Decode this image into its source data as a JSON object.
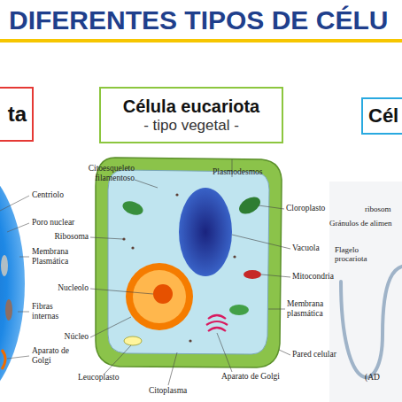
{
  "diagram": {
    "title": "DIFERENTES TIPOS DE CÉLU",
    "nodes": [
      {
        "text": [
          "ta"
        ]
      },
      {
        "text": [
          "Célula eucariota",
          "- tipo vegetal -"
        ]
      },
      {
        "text": [
          "Cél"
        ]
      }
    ],
    "labels": [
      "Centriolo",
      "Poro nuclear",
      "Membrana Plasmática",
      "Fibras internas",
      "Aparato de Golgi",
      "Citoesqueleto filamentoso",
      "Plasmodesmos",
      "Cloroplasto",
      "Ribosoma",
      "Vacuola",
      "Mitocondria",
      "Nucleolo",
      "Membrana plasmática",
      "Núcleo",
      "Pared celular",
      "Leucoplasto",
      "Aparato de Golgi",
      "Citoplasma",
      "ribosom",
      "Gránulos de alimen",
      "Flagelo procariota",
      "(AD"
    ]
  }
}
